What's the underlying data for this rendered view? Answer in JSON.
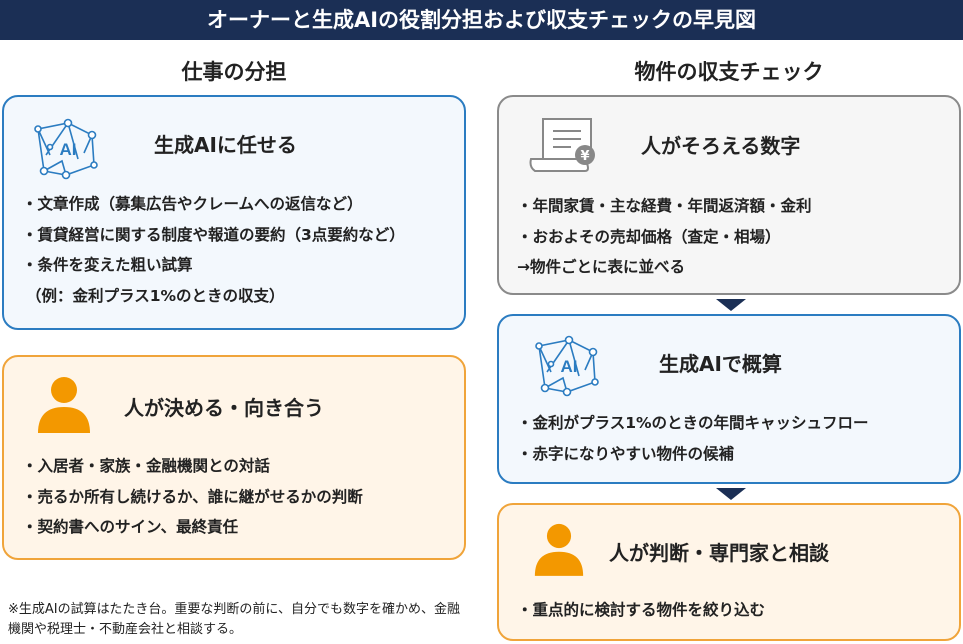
{
  "header": {
    "title": "オーナーと生成AIの役割分担および収支チェックの早見図"
  },
  "left": {
    "heading": "仕事の分担",
    "ai_box": {
      "title": "生成AIに任せる",
      "icon_label": "AI",
      "items": [
        "・文章作成（募集広告やクレームへの返信など）",
        "・賃貸経営に関する制度や報道の要約（3点要約など）",
        "・条件を変えた粗い試算",
        "（例：金利プラス1%のときの収支）"
      ]
    },
    "human_box": {
      "title": "人が決める・向き合う",
      "items": [
        "・入居者・家族・金融機関との対話",
        "・売るか所有し続けるか、誰に継がせるかの判断",
        "・契約書へのサイン、最終責任"
      ]
    },
    "note": "※生成AIの試算はたたき台。重要な判断の前に、自分でも数字を確かめ、金融機関や税理士・不動産会社と相談する。"
  },
  "right": {
    "heading": "物件の収支チェック",
    "step1": {
      "title": "人がそろえる数字",
      "icon_label": "¥",
      "items": [
        "・年間家賃・主な経費・年間返済額・金利",
        "・おおよその売却価格（査定・相場）",
        "→物件ごとに表に並べる"
      ]
    },
    "step2": {
      "title": "生成AIで概算",
      "icon_label": "AI",
      "items": [
        "・金利がプラス1%のときの年間キャッシュフロー",
        "・赤字になりやすい物件の候補"
      ]
    },
    "step3": {
      "title": "人が判断・専門家と相談",
      "items": [
        "・重点的に検討する物件を絞り込む"
      ]
    }
  },
  "colors": {
    "navy": "#1b2f55",
    "blue": "#2b7cc1",
    "orange": "#f39800",
    "gray": "#8a8a8a"
  }
}
